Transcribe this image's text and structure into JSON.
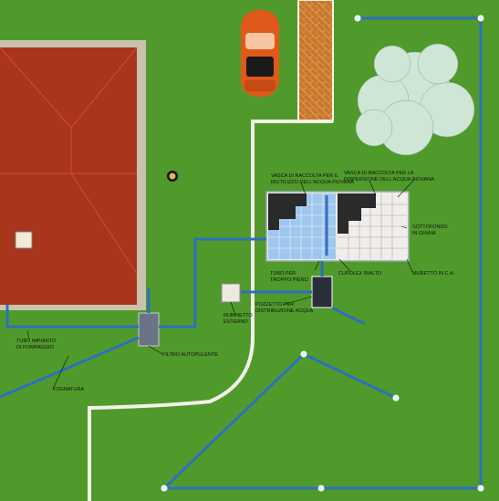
{
  "labels": {
    "vasca_riutilizzo": "VASCA DI RACCOLTA PER IL\nRIUTILIZZO DELL'ACQUA PIOVANA",
    "vasca_dispersione": "VASCA DI RACCOLTA PER LA\nDISPERSIONE DELL'ACQUA PIOVANA",
    "sottofondo": "SOTTOFONDO\nIN GHIAIA",
    "tubo_troppo_pieno": "TUBO PER\nTROPPO PIENO",
    "cupolex": "CUPOLEX RIALTO",
    "muretto": "MURETTO IN C.A.",
    "rubinetto": "RUBINETTO\nESTERNO",
    "pozzetto": "POZZETTO PER\nDISTRIBUZIONE ACQUA",
    "tubo_pompaggio": "TUBO IMPIANTO\nDI POMPAGGIO",
    "filtro": "FILTRO AUTOPULENTE",
    "fognatura": "FOGNATURA"
  },
  "colors": {
    "lawn": "#4f9a2b",
    "roof": "#a9351c",
    "roof_border": "#c9c3ad",
    "pipe": "#2e6fbe",
    "path": "#f4f1e8",
    "car": "#e0581a",
    "brick": "#c8772c"
  }
}
